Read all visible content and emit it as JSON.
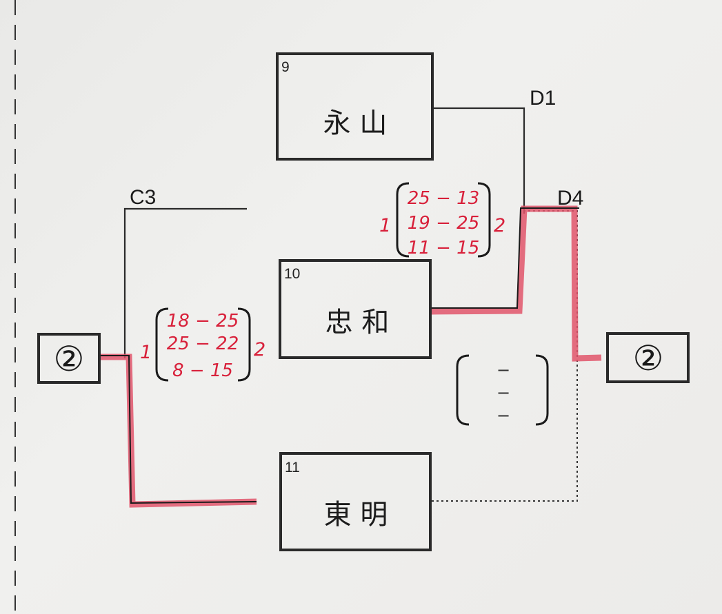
{
  "slots": {
    "c3": "C3",
    "d1": "D1",
    "d4": "D4"
  },
  "teams": [
    {
      "number": "9",
      "name": "永 山"
    },
    {
      "number": "10",
      "name": "忠 和"
    },
    {
      "number": "11",
      "name": "東 明"
    }
  ],
  "seeds": {
    "left": "②",
    "right": "②"
  },
  "matches": {
    "upper": {
      "left_sets": "1",
      "right_sets": "2",
      "scores": [
        "25 − 13",
        "19 − 25",
        "11 − 15"
      ]
    },
    "lower": {
      "left_sets": "1",
      "right_sets": "2",
      "scores": [
        "18 − 25",
        "25 − 22",
        "8 − 15"
      ]
    },
    "pending": {
      "scores": [
        "−",
        "−",
        "−"
      ]
    }
  },
  "colors": {
    "ink": "#1a1a1a",
    "highlight": "#e0556b",
    "handwriting": "#d8203a",
    "paper": "#ececea"
  }
}
